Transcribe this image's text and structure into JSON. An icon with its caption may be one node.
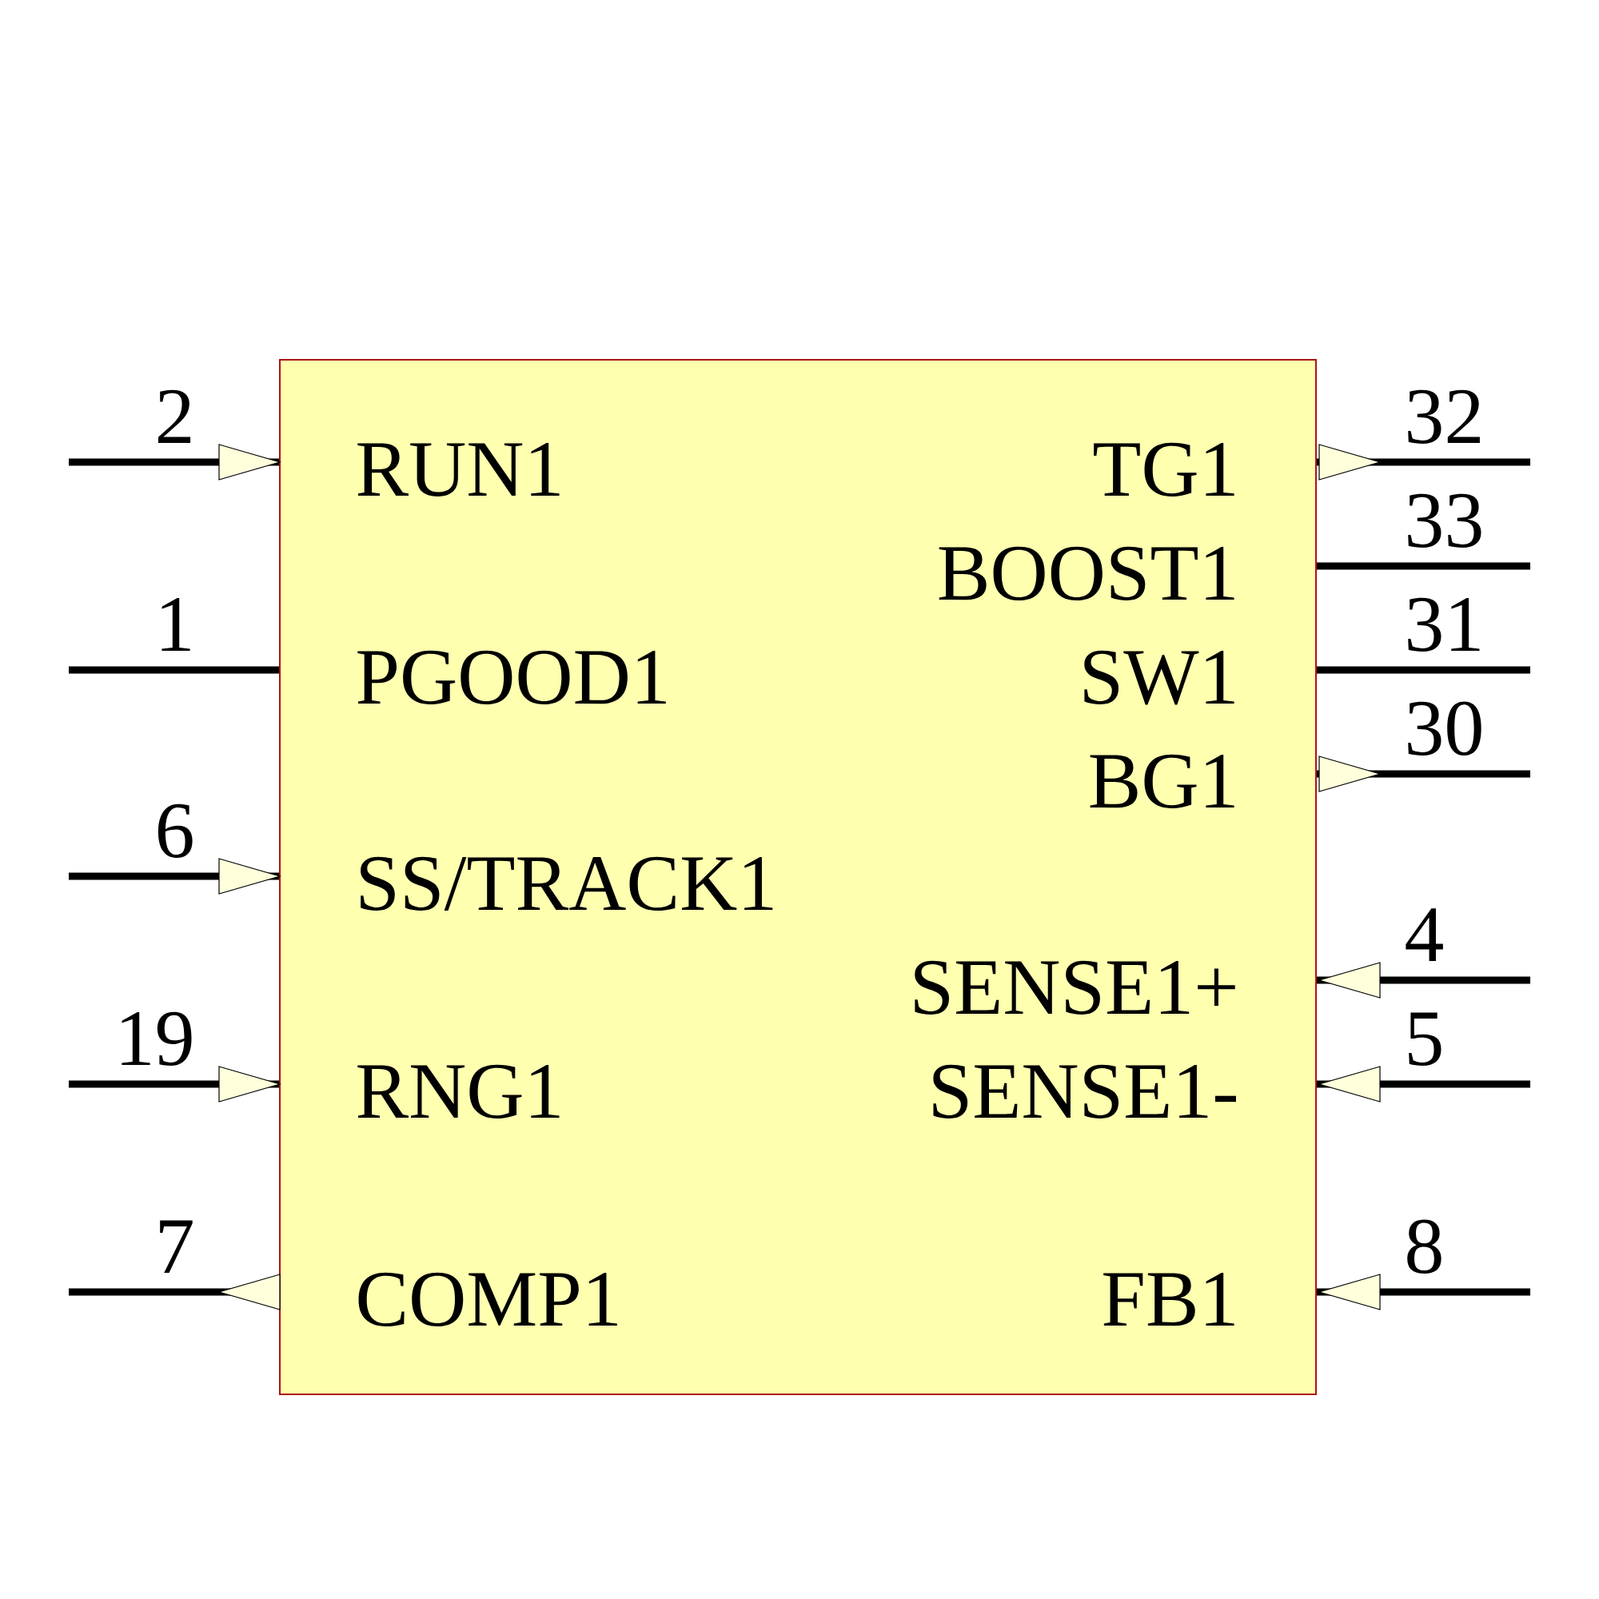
{
  "diagram": {
    "nodes": [
      {
        "text": [],
        "shape": "box"
      }
    ],
    "labels": [
      "2",
      "32",
      "RUN1",
      "TG1",
      "33",
      "BOOST1",
      "1",
      "31",
      "PGOOD1",
      "SW1",
      "30",
      "BG1",
      "6",
      "SS/TRACK1",
      "4",
      "SENSE1+",
      "19",
      "5",
      "RNG1",
      "SENSE1-",
      "7",
      "8",
      "COMP1",
      "FB1"
    ]
  }
}
